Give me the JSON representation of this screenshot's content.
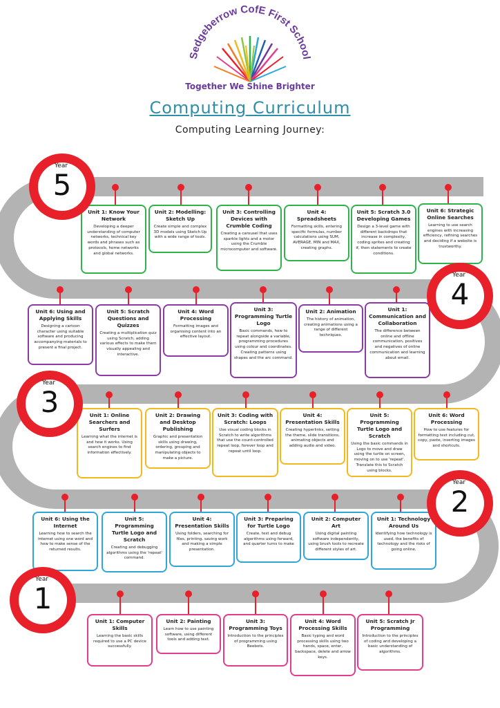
{
  "header": {
    "school_name": "Sedgeberrow CofE First School",
    "tagline": "Together We Shine Brighter",
    "title": "Computing Curriculum",
    "subtitle": "Computing Learning Journey:"
  },
  "year_label": "Year",
  "years": {
    "y5": {
      "number": "5",
      "units": [
        {
          "title": "Unit 1: Know Your Network",
          "desc": "Developing a deeper understanding of computer networks, technical key words and phrases such as protocols, home networks and global networks."
        },
        {
          "title": "Unit 2: Modelling: Sketch Up",
          "desc": "Create simple and complex 3D models using Sketch Up with a wide range of tools."
        },
        {
          "title": "Unit 3: Controlling Devices with Crumble Coding",
          "desc": "Creating a carousel that uses sparkle lights and a motor using the Crumble microcomputer and software."
        },
        {
          "title": "Unit 4: Spreadsheets",
          "desc": "Formatting skills, entering specific formulas, number calculations using SUM, AVERAGE, MIN and MAX, creating graphs."
        },
        {
          "title": "Unit 5: Scratch 3.0 Developing Games",
          "desc": "Design a 3-level game with different backdrops that increase in complexity, coding sprites and creating if, then statements to create conditions."
        },
        {
          "title": "Unit 6: Strategic Online Searches",
          "desc": "Learning to use search engines with increasing efficiency, refining searches and deciding if a website is trustworthy."
        }
      ]
    },
    "y4": {
      "number": "4",
      "units": [
        {
          "title": "Unit 6: Using and Applying Skills",
          "desc": "Designing a cartoon character using suitable software and producing accompanying materials to present a final project."
        },
        {
          "title": "Unit 5: Scratch Questions and Quizzes",
          "desc": "Creating a multiplication quiz using Scratch, adding various effects to make them visually appealing and interactive."
        },
        {
          "title": "Unit 4: Word Processing",
          "desc": "Formatting images and organising content into an effective layout."
        },
        {
          "title": "Unit 3: Programming Turtle Logo",
          "desc": "Basic commands, how to repeat alongside a variable, programming procedures using colour and coordinates. Creating patterns using shapes and the arc command."
        },
        {
          "title": "Unit 2: Animation",
          "desc": "The history of animation, creating animations using a range of different techniques."
        },
        {
          "title": "Unit 1: Communication and Collaboration",
          "desc": "The difference between online and offline communication, positives and negatives of online communication and learning about email."
        }
      ]
    },
    "y3": {
      "number": "3",
      "units": [
        {
          "title": "Unit 1: Online Searchers and Surfers",
          "desc": "Learning what the internet is and how it works. Using search engines to find information effectively."
        },
        {
          "title": "Unit 2: Drawing and Desktop Publishing",
          "desc": "Graphic and presentation skills using drawing, ordering, grouping and manipulating objects to make a picture."
        },
        {
          "title": "Unit 3: Coding with Scratch: Loops",
          "desc": "Use visual coding blocks in Scratch to write algorithms that use the count-controlled repeat loop, forever loop and repeat until loop."
        },
        {
          "title": "Unit 4: Presentation Skills",
          "desc": "Creating hyperlinks, setting the theme, slide transitions, animating objects and adding audio and video."
        },
        {
          "title": "Unit 5: Programming Turtle Logo and Scratch",
          "desc": "Using the basic commands in Logo to move and draw using the turtle on screen, moving on to use 'repeat'. Translate this to Scratch using blocks."
        },
        {
          "title": "Unit 6: Word Processing",
          "desc": "How to use features for formatting text including cut, copy, paste, inserting images and shortcuts."
        }
      ]
    },
    "y2": {
      "number": "2",
      "units": [
        {
          "title": "Unit 6: Using the Internet",
          "desc": "Learning how to search the internet using one word and how to make sense of the returned results."
        },
        {
          "title": "Unit 5: Programming Turtle Logo and Scratch",
          "desc": "Creating and debugging algorithms using the 'repeat' command."
        },
        {
          "title": "Unit 4: Presentation Skills",
          "desc": "Using folders, searching for files, printing, saving work and making a simple presentation."
        },
        {
          "title": "Unit 3: Preparing for Turtle Logo",
          "desc": "Create, test and debug algorithms using forward, and quarter turns to make"
        },
        {
          "title": "Unit 2: Computer Art",
          "desc": "Using digital painting software independently, using brush tools to recreate different styles of art."
        },
        {
          "title": "Unit 1: Technology Around Us",
          "desc": "Identifying how technology is used, the benefits of technology and the risks of going online."
        }
      ]
    },
    "y1": {
      "number": "1",
      "units": [
        {
          "title": "Unit 1: Computer Skills",
          "desc": "Learning the basic skills required to use a PC device successfully."
        },
        {
          "title": "Unit 2: Painting",
          "desc": "Learn how to use painting software, using different tools and adding text."
        },
        {
          "title": "Unit 3: Programming Toys",
          "desc": "Introduction to the principles of programming using Beebots."
        },
        {
          "title": "Unit 4: Word Processing Skills",
          "desc": "Basic typing and word processing skills using two hands, space, enter, backspace, delete and arrow keys."
        },
        {
          "title": "Unit 5: Scratch Jr Programming",
          "desc": "Introduction to the principles of coding and developing a basic understanding of algorithms."
        }
      ]
    }
  }
}
